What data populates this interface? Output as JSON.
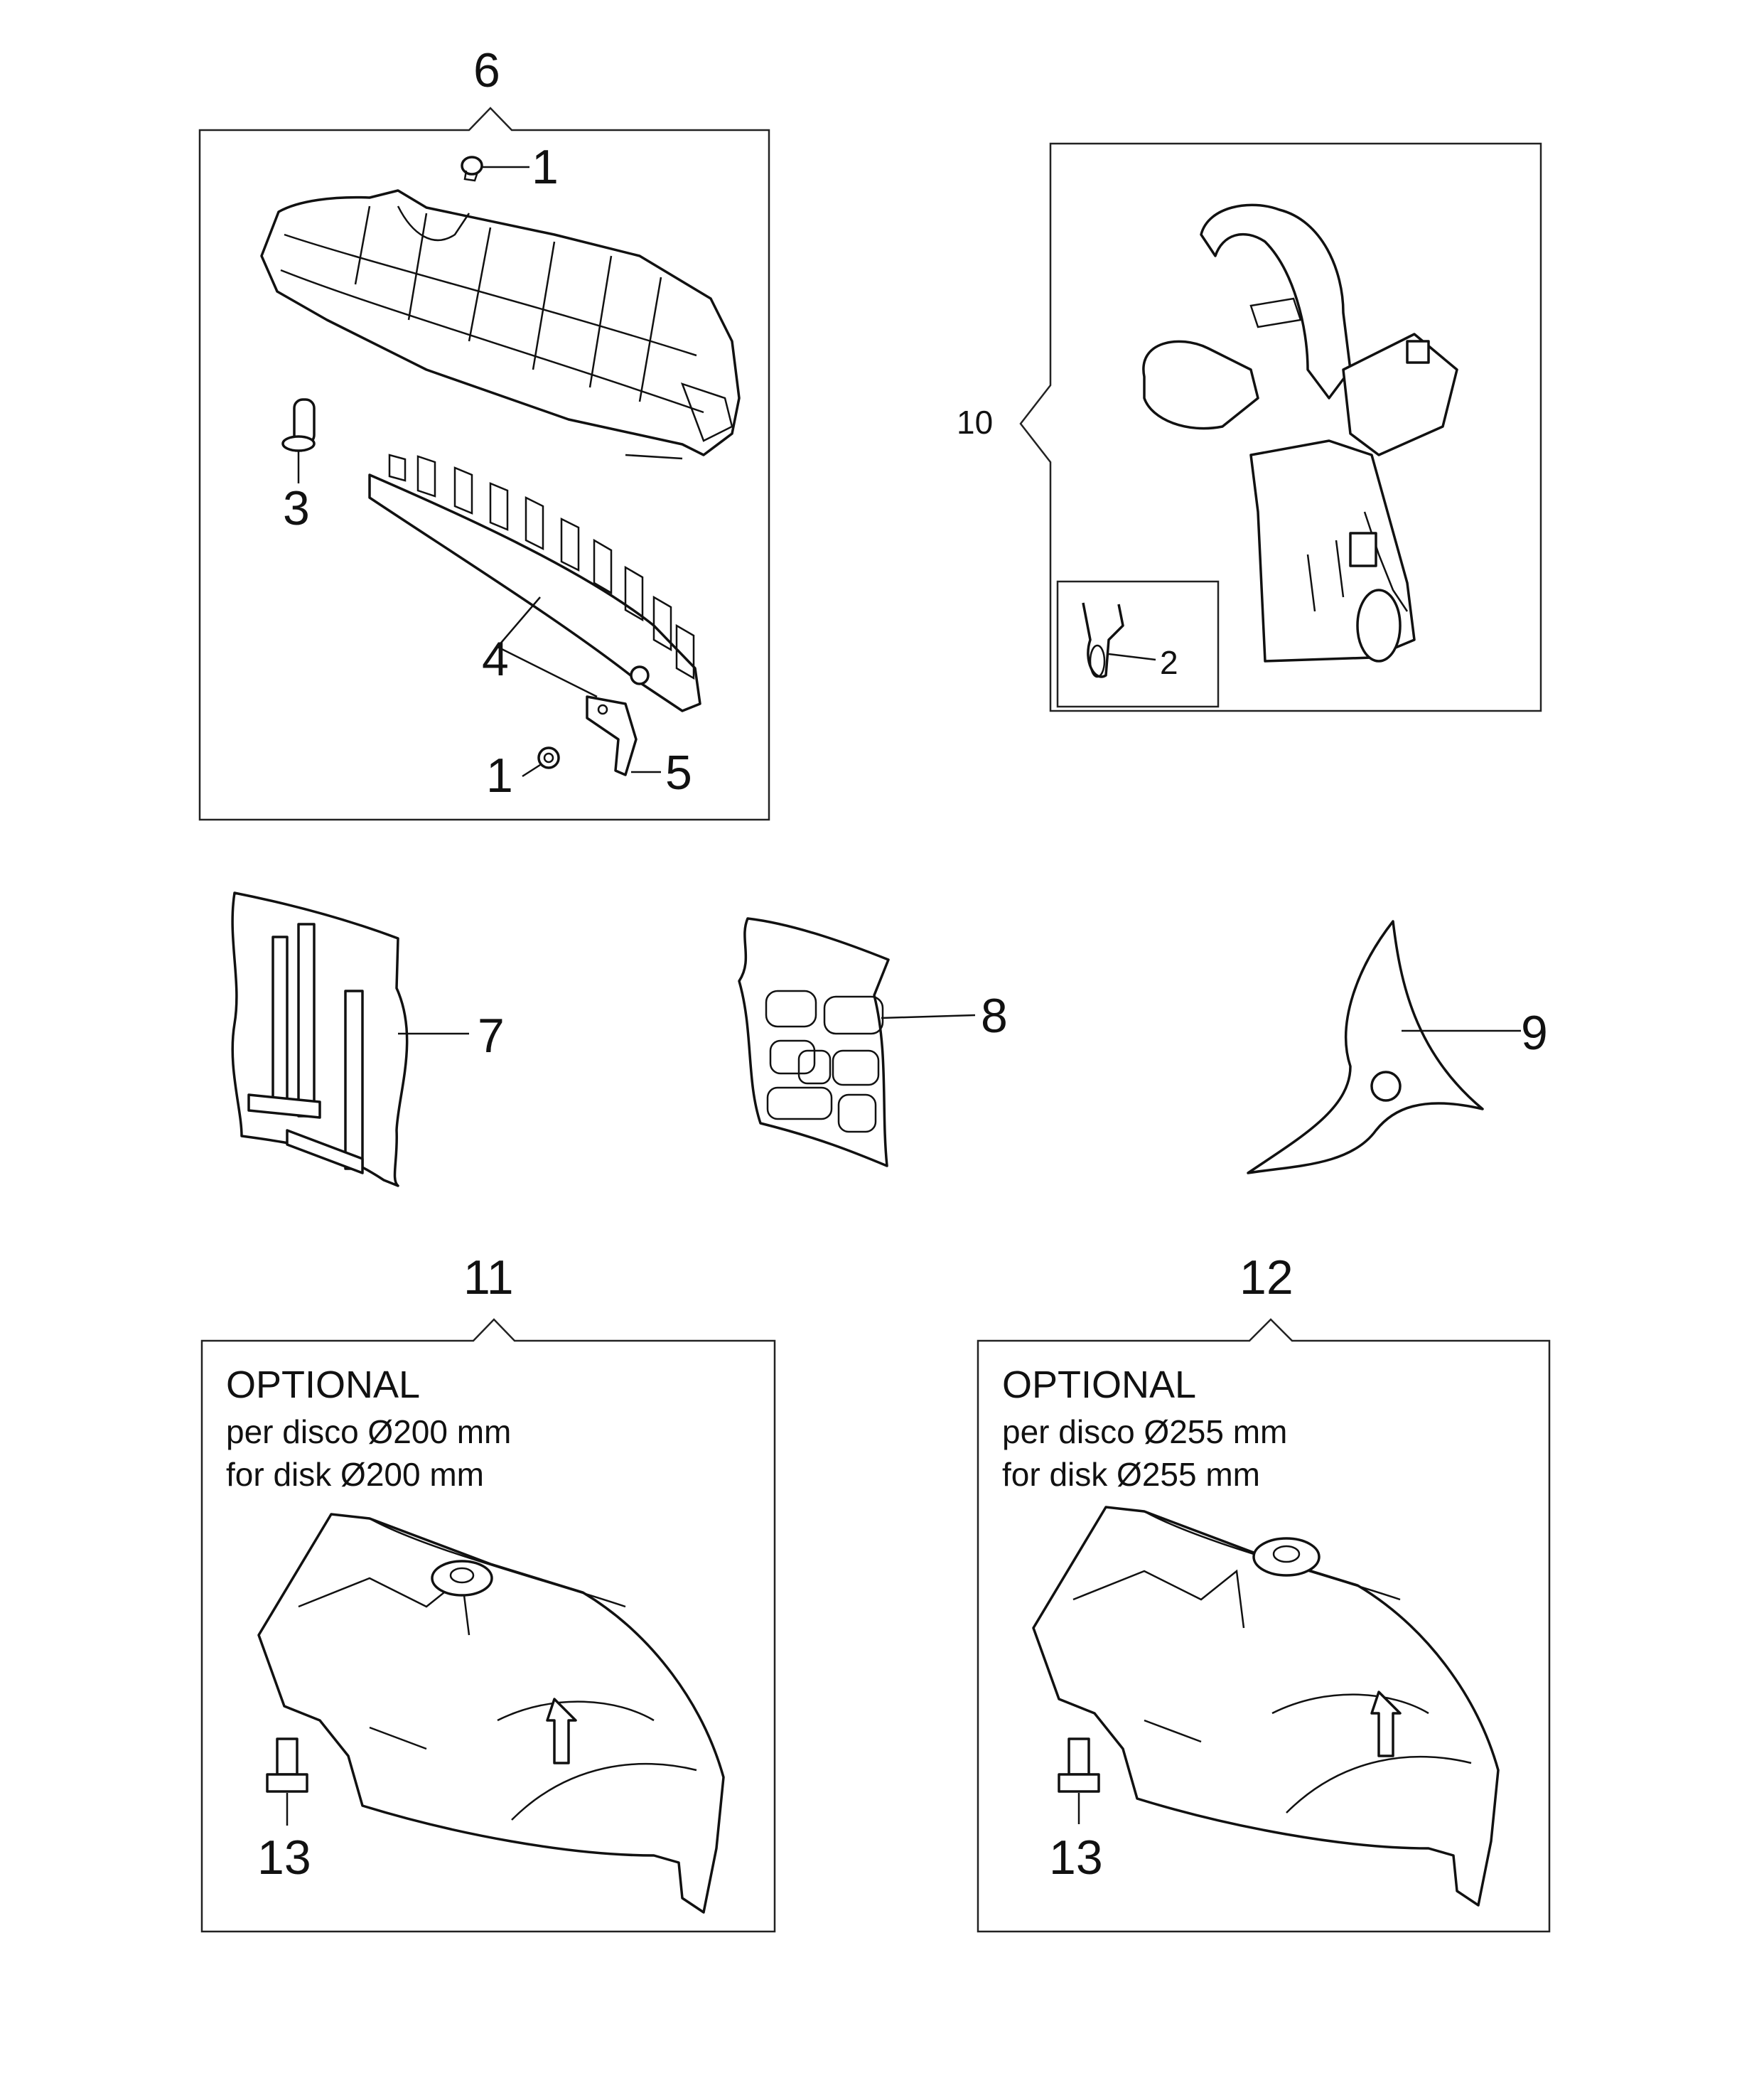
{
  "callouts": {
    "c1a": "1",
    "c1b": "1",
    "c2": "2",
    "c3": "3",
    "c4": "4",
    "c5": "5",
    "c6": "6",
    "c7": "7",
    "c8": "8",
    "c9": "9",
    "c10": "10",
    "c11": "11",
    "c12": "12",
    "c13a": "13",
    "c13b": "13"
  },
  "box11": {
    "title": "OPTIONAL",
    "line_it": "per disco Ø200 mm",
    "line_en": "for disk Ø200 mm"
  },
  "box12": {
    "title": "OPTIONAL",
    "line_it": "per disco Ø255 mm",
    "line_en": "for disk Ø255 mm"
  }
}
